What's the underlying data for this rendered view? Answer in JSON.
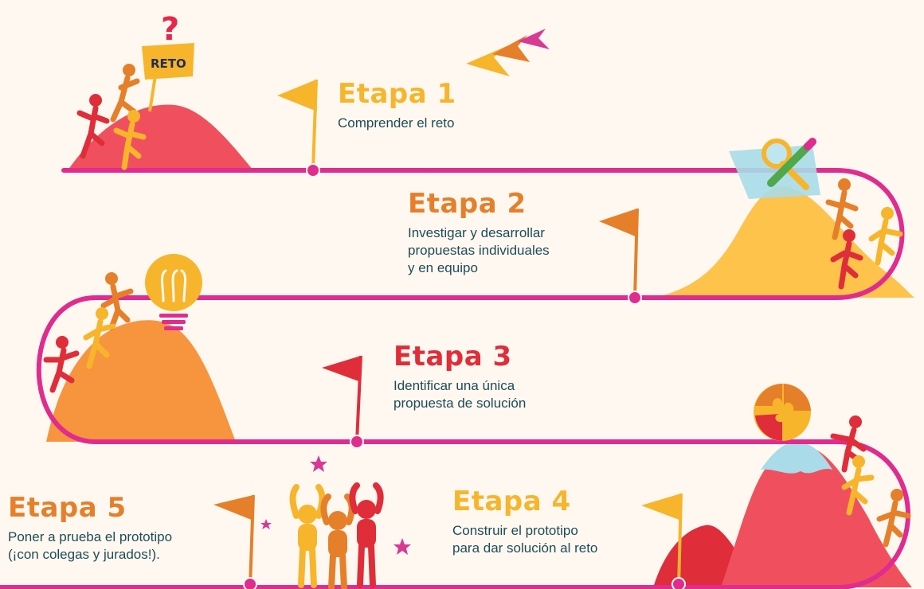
{
  "sign": {
    "label": "RETO",
    "question": "?"
  },
  "stages": [
    {
      "id": "stage-1",
      "title": "Etapa 1",
      "description": "Comprender el reto",
      "color": "#F7B52C"
    },
    {
      "id": "stage-2",
      "title": "Etapa 2",
      "description": "Investigar y desarrollar\npropuestas individuales\ny en equipo",
      "color": "#E67F2A"
    },
    {
      "id": "stage-3",
      "title": "Etapa 3",
      "description": "Identificar una única\npropuesta de solución",
      "color": "#E02D3A"
    },
    {
      "id": "stage-4",
      "title": "Etapa 4",
      "description": "Construir el prototipo\npara dar solución al reto",
      "color": "#F7B52C"
    },
    {
      "id": "stage-5",
      "title": "Etapa 5",
      "description": "Poner a prueba el prototipo\n(¡con colegas y jurados!).",
      "color": "#E67F2A"
    }
  ],
  "colors": {
    "background": "#FFF8F0",
    "path": "#E02C8E",
    "yellow": "#F7B52C",
    "orange": "#E67F2A",
    "red": "#E02D3A",
    "pink_mountain": "#F0505E",
    "light_blue": "#A9DCE8",
    "text": "#1D4C58"
  },
  "icons": [
    "question-mark-icon",
    "reto-sign-icon",
    "arrow-chevrons-icon",
    "magnifier-map-icon",
    "lightbulb-icon",
    "puzzle-globe-icon",
    "star-icon",
    "flag-icon"
  ]
}
